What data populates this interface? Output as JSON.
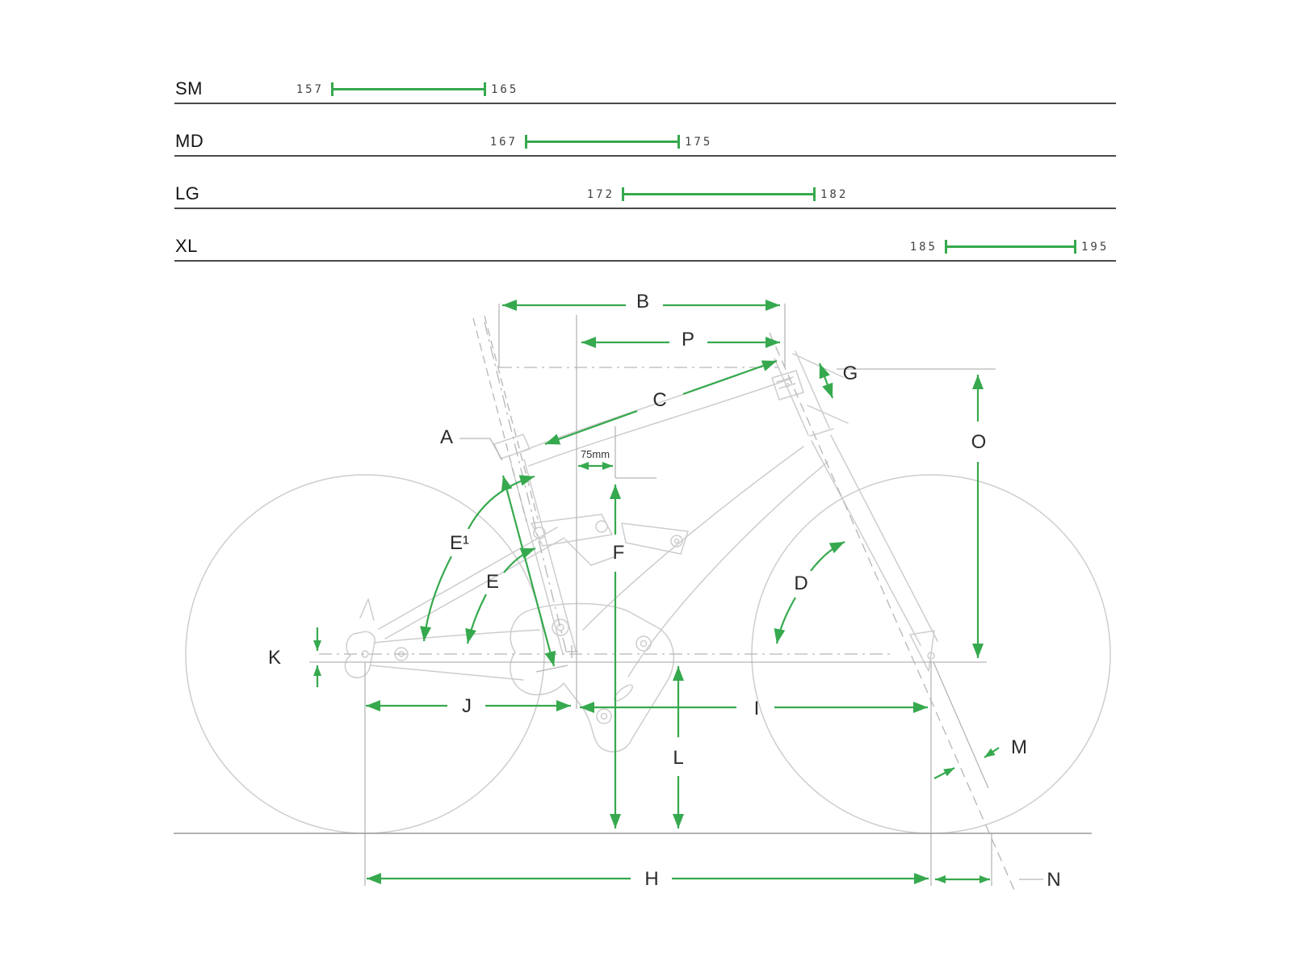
{
  "size_chart": {
    "rows": [
      {
        "label": "SM",
        "min": "157",
        "max": "165"
      },
      {
        "label": "MD",
        "min": "167",
        "max": "175"
      },
      {
        "label": "LG",
        "min": "172",
        "max": "182"
      },
      {
        "label": "XL",
        "min": "185",
        "max": "195"
      }
    ]
  },
  "diagram": {
    "labels": {
      "A": "A",
      "B": "B",
      "C": "C",
      "D": "D",
      "E": "E",
      "E1": "E¹",
      "F": "F",
      "G": "G",
      "H": "H",
      "I": "I",
      "J": "J",
      "K": "K",
      "L": "L",
      "M": "M",
      "N": "N",
      "O": "O",
      "P": "P"
    },
    "annotations": {
      "seat_offset": "75mm"
    }
  },
  "colors": {
    "accent_green": "#36a94e",
    "frame_gray": "#cdcdcd",
    "construction_gray": "#b6b6b6",
    "rule_gray": "#4a4a4a",
    "ground_gray": "#9c9c9c",
    "label_dark": "#2b2b2b"
  }
}
